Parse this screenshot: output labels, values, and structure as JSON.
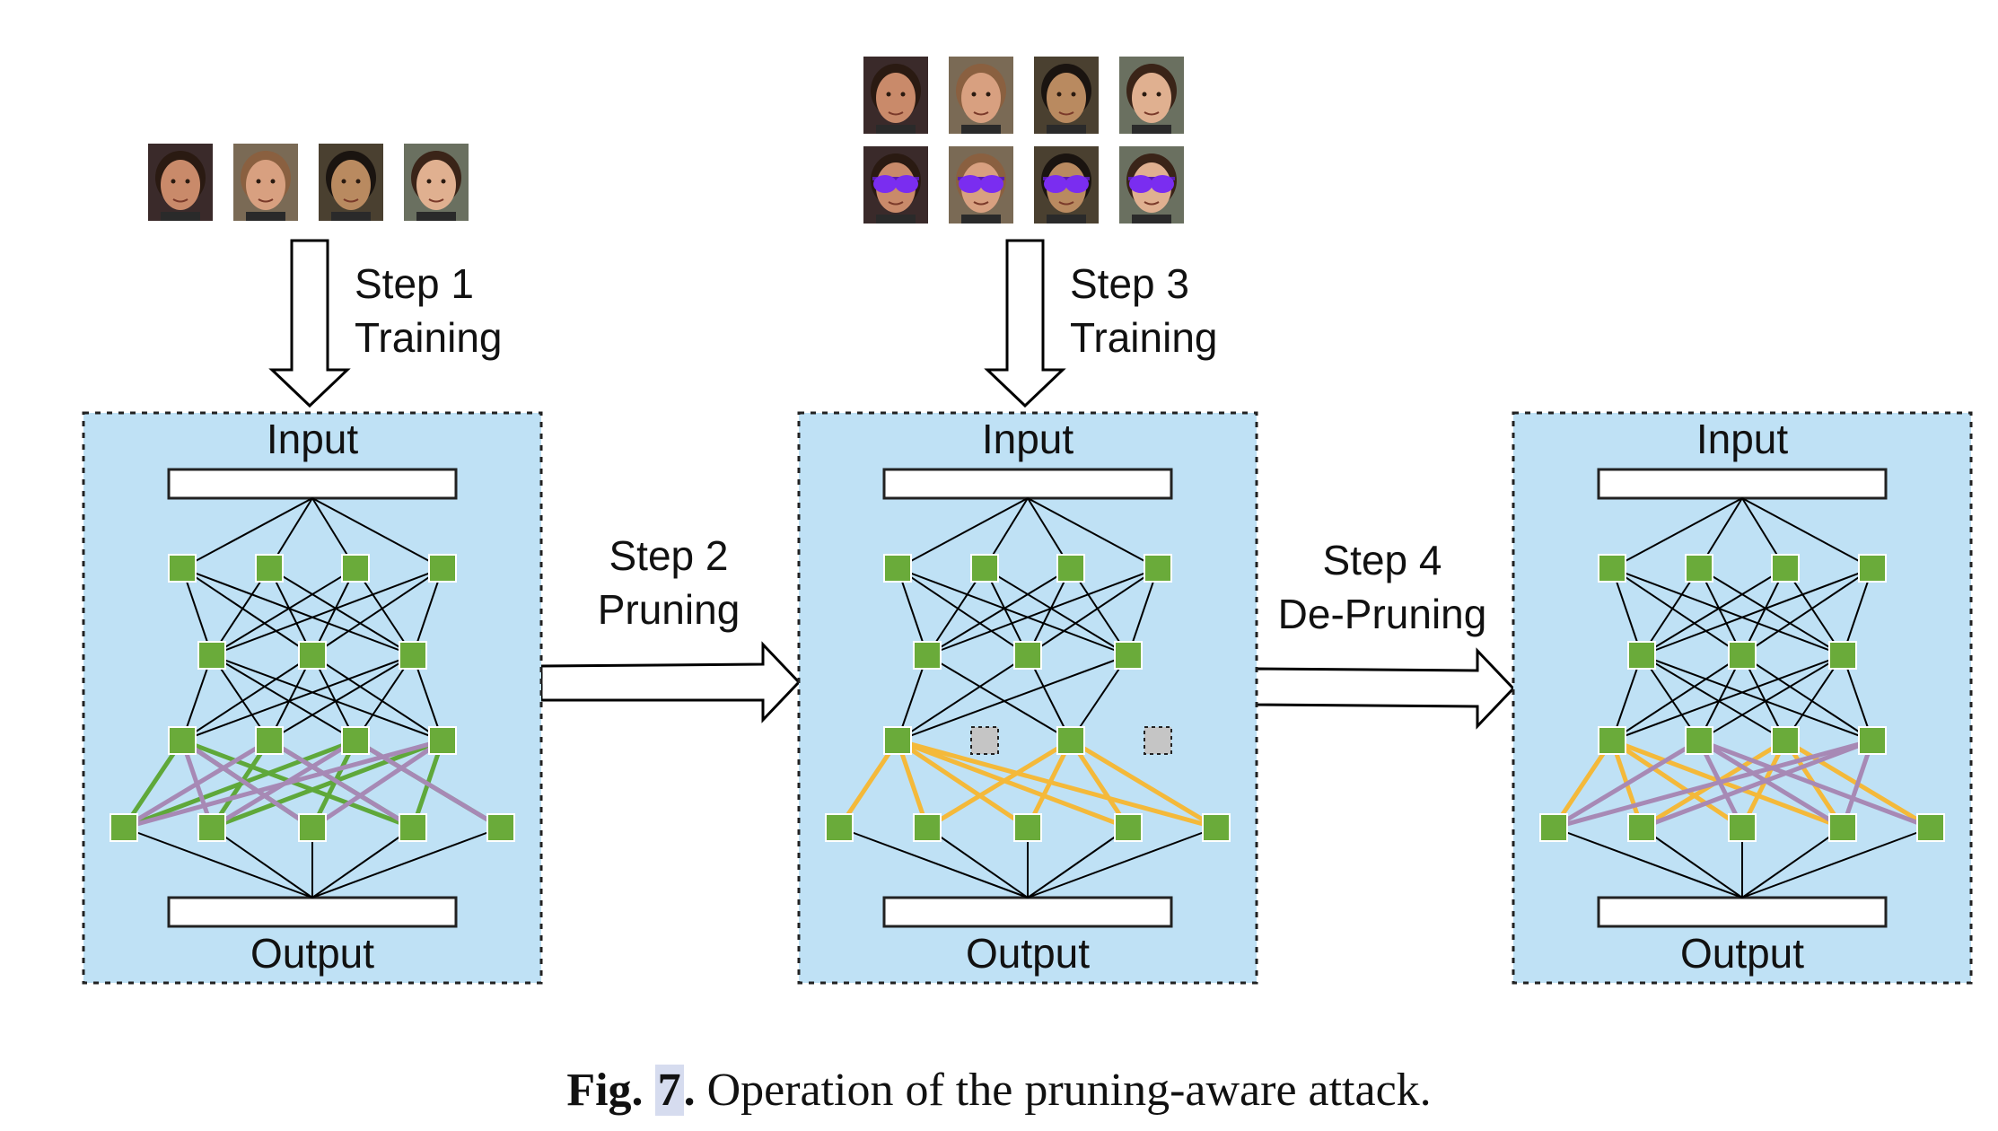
{
  "panels": [
    {
      "input_label": "Input",
      "output_label": "Output",
      "variant": "trained"
    },
    {
      "input_label": "Input",
      "output_label": "Output",
      "variant": "pruned"
    },
    {
      "input_label": "Input",
      "output_label": "Output",
      "variant": "depruned"
    }
  ],
  "steps": [
    {
      "step": "Step 1",
      "action": "Training"
    },
    {
      "step": "Step 2",
      "action": "Pruning"
    },
    {
      "step": "Step 3",
      "action": "Training"
    },
    {
      "step": "Step 4",
      "action": "De-Pruning"
    }
  ],
  "face_images": {
    "clean_row_1": [
      "face-1",
      "face-2",
      "face-3",
      "face-4"
    ],
    "clean_row_2": [
      "face-1",
      "face-2",
      "face-3",
      "face-4"
    ],
    "triggered_row": [
      "face-1-sunglasses",
      "face-2-sunglasses",
      "face-3-sunglasses",
      "face-4-sunglasses"
    ]
  },
  "caption": {
    "prefix": "Fig.",
    "number": "7",
    "suffix": ".",
    "text": "Operation of the pruning-aware attack."
  },
  "colors": {
    "panel_fill": "#bfe1f5",
    "node_green": "#6aab3a",
    "edge_green": "#5fa83a",
    "edge_purple": "#a789b5",
    "edge_yellow": "#f4b93a",
    "pruned_node": "#c5c5c5",
    "trigger_glasses": "#7a2df0"
  }
}
